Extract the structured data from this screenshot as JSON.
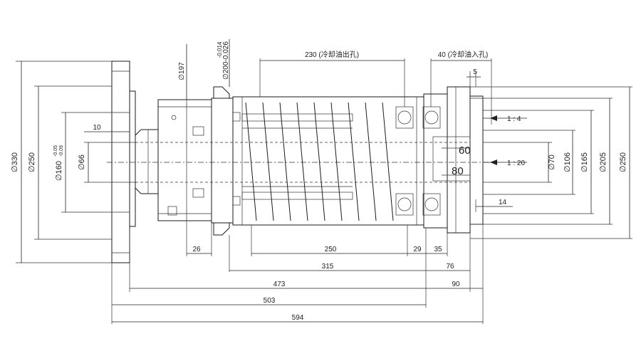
{
  "dimensions": {
    "top_230": "230 (冷却油出孔)",
    "top_40": "40 (冷却油入孔)",
    "top_5": "5",
    "d197": "∅197",
    "d200": "∅200-0.026",
    "d200_tol": "-0.014",
    "d330": "∅330",
    "d250_left": "∅250",
    "d160": "∅160",
    "d160_tol_upper": "-0.05",
    "d160_tol_lower": "-0.09",
    "d66": "∅66",
    "d10": "10",
    "taper_1_4": "1 : 4",
    "taper_1_20": "1 : 20",
    "d60": "60",
    "d80": "80",
    "d70": "∅70",
    "d106": "∅106",
    "d165": "∅165",
    "d205": "∅205",
    "d250_right": "∅250",
    "d14": "14",
    "b26": "26",
    "b250": "250",
    "b29": "29",
    "b35": "35",
    "b315": "315",
    "b76": "76",
    "b473": "473",
    "b90": "90",
    "b503": "503",
    "b594": "594"
  }
}
